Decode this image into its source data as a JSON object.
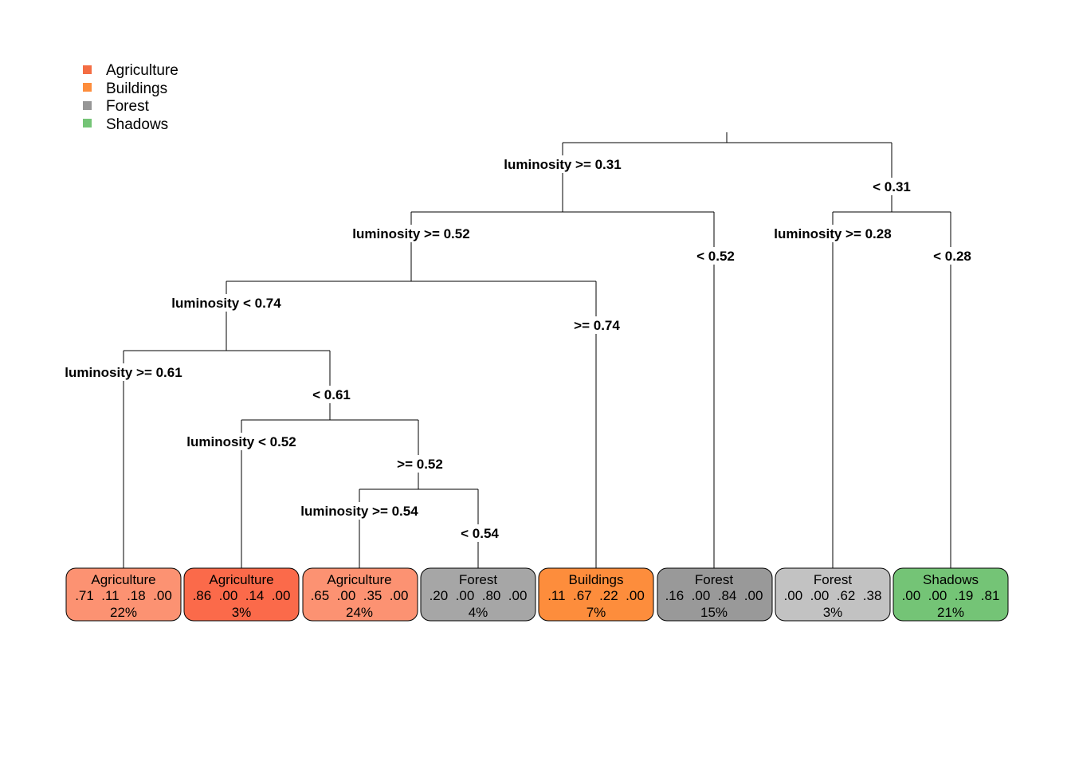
{
  "legend": [
    {
      "label": "Agriculture",
      "color": "#f46d43"
    },
    {
      "label": "Buildings",
      "color": "#fd8d3c"
    },
    {
      "label": "Forest",
      "color": "#969696"
    },
    {
      "label": "Shadows",
      "color": "#74c476"
    }
  ],
  "splits": {
    "root_left": "luminosity >= 0.31",
    "root_right": "< 0.31",
    "n2_left": "luminosity >= 0.52",
    "n2_right": "< 0.52",
    "n3_left": "luminosity >= 0.28",
    "n3_right": "< 0.28",
    "n4_left": "luminosity < 0.74",
    "n4_right": ">= 0.74",
    "n5_left": "luminosity >= 0.61",
    "n5_right": "< 0.61",
    "n6_left": "luminosity < 0.52",
    "n6_right": ">= 0.52",
    "n7_left": "luminosity >= 0.54",
    "n7_right": "< 0.54"
  },
  "leaves": [
    {
      "class": "Agriculture",
      "probs": ".71  .11  .18  .00",
      "pct": "22%",
      "fill": "#fc9272"
    },
    {
      "class": "Agriculture",
      "probs": ".86  .00  .14  .00",
      "pct": "3%",
      "fill": "#fb6a4a"
    },
    {
      "class": "Agriculture",
      "probs": ".65  .00  .35  .00",
      "pct": "24%",
      "fill": "#fc9272"
    },
    {
      "class": "Forest",
      "probs": ".20  .00  .80  .00",
      "pct": "4%",
      "fill": "#a6a6a6"
    },
    {
      "class": "Buildings",
      "probs": ".11  .67  .22  .00",
      "pct": "7%",
      "fill": "#fd8d3c"
    },
    {
      "class": "Forest",
      "probs": ".16  .00  .84  .00",
      "pct": "15%",
      "fill": "#999999"
    },
    {
      "class": "Forest",
      "probs": ".00  .00  .62  .38",
      "pct": "3%",
      "fill": "#c2c2c2"
    },
    {
      "class": "Shadows",
      "probs": ".00  .00  .19  .81",
      "pct": "21%",
      "fill": "#74c476"
    }
  ]
}
